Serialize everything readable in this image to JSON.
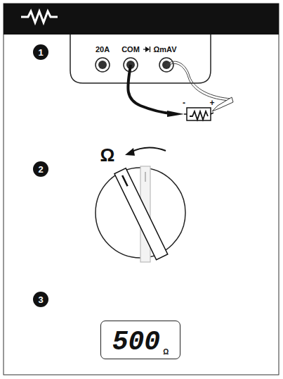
{
  "diagram": {
    "nodes": [
      {
        "text": [
          "500",
          "Ω"
        ]
      }
    ],
    "labels": [
      "1",
      "20A",
      "COM",
      "ΩmAV",
      "-",
      "+",
      "2",
      "Ω",
      "3"
    ]
  }
}
